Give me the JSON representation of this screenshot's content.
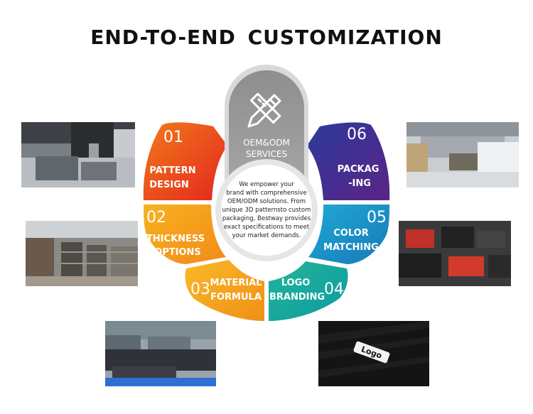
{
  "title": "END-TO-END CUSTOMIZATION",
  "center": {
    "heading_line1": "OEM&ODM",
    "heading_line2": "SERVICES",
    "icon": "pencil-ruler-icon",
    "description": [
      "We empower your",
      "brand with comprehensive",
      "OEM/ODM solutions. From",
      "unique 3D patternsto custom",
      "packaging, Bestway provides",
      "exact specifications to meet",
      "your market demands."
    ]
  },
  "segments": [
    {
      "number": "01",
      "line1": "PATTERN",
      "line2": "DESIGN",
      "color": "#ea4a1c"
    },
    {
      "number": "02",
      "line1": "THICKNESS",
      "line2": "OPTIONS",
      "color": "#f6a01b"
    },
    {
      "number": "03",
      "line1": "MATERIAL",
      "line2": "FORMULA",
      "color": "#f5a21d"
    },
    {
      "number": "04",
      "line1": "LOGO",
      "line2": "BRANDING",
      "color": "#17a9a0"
    },
    {
      "number": "05",
      "line1": "COLOR",
      "line2": "MATCHING",
      "color": "#1a8fc4"
    },
    {
      "number": "06",
      "line1": "PACKAG",
      "line2": "-ING",
      "color": "#4a2a8c"
    }
  ],
  "photos": [
    {
      "name": "photo-cnc-machine",
      "icon": "cnc-machine-photo"
    },
    {
      "name": "photo-warehouse-racks",
      "icon": "warehouse-racks-photo"
    },
    {
      "name": "photo-material-sheets",
      "icon": "material-sheets-photo"
    },
    {
      "name": "photo-logo-mat",
      "icon": "logo-mat-photo",
      "label": "Logo"
    },
    {
      "name": "photo-color-trays",
      "icon": "color-trays-photo"
    },
    {
      "name": "photo-packaging-warehouse",
      "icon": "packaging-warehouse-photo"
    }
  ]
}
